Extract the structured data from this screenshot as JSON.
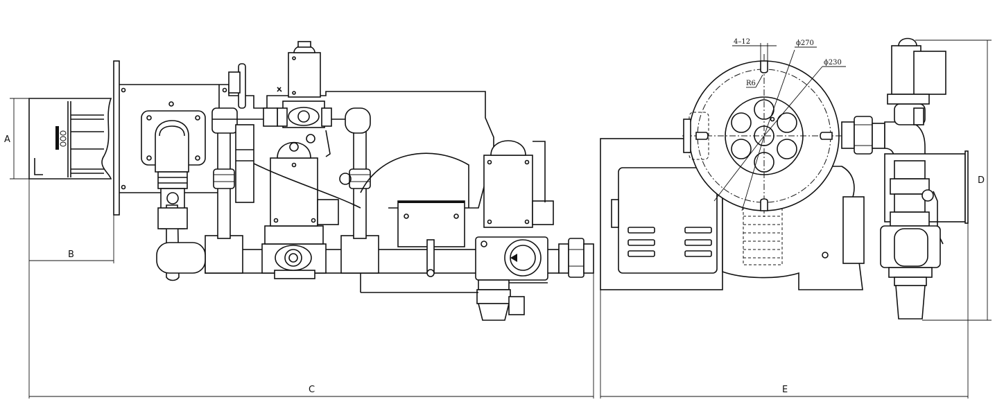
{
  "dimensions": {
    "A": "A",
    "B": "B",
    "C": "C",
    "D": "D",
    "E": "E"
  },
  "annotations": {
    "bolt_holes": "4–12",
    "bolt_circle_dia": "ϕ270",
    "flange_inner_dia": "ϕ230",
    "slot_radius": "R6"
  }
}
